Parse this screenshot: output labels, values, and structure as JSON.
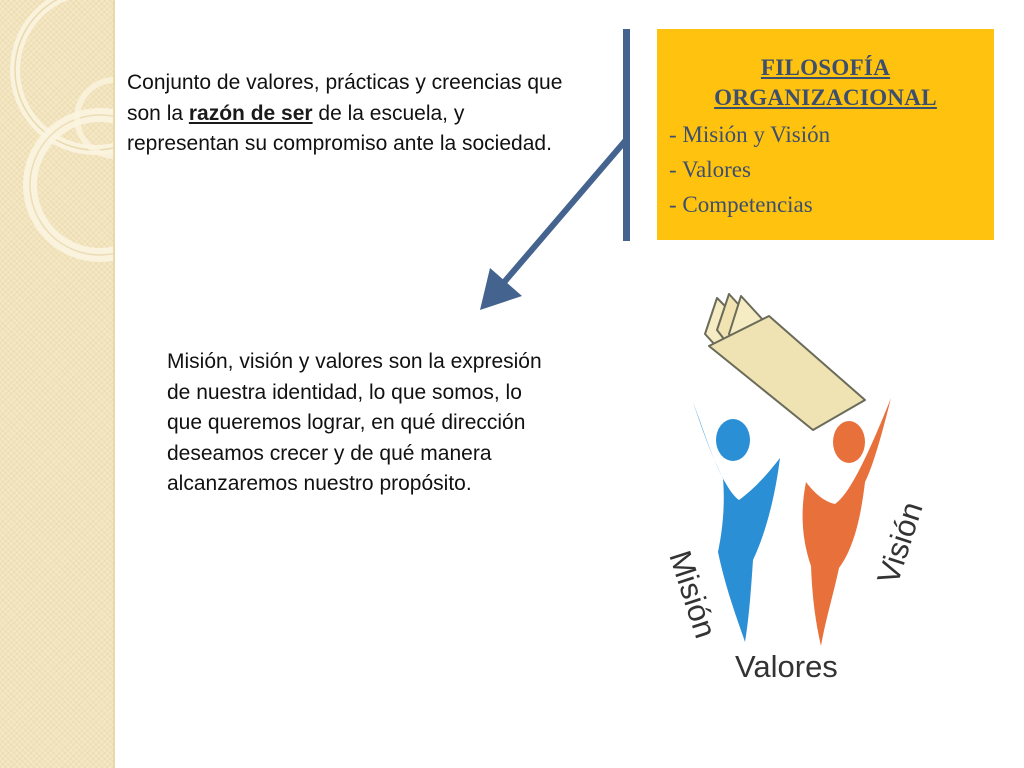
{
  "slide": {
    "intro": {
      "before": "Conjunto de valores, prácticas y creencias que son la ",
      "highlight": "razón de ser",
      "after": " de la escuela, y representan su compromiso ante la sociedad."
    },
    "identity_text": "Misión, visión y valores son la expresión de nuestra identidad, lo que somos, lo que queremos lograr, en qué dirección deseamos crecer y de qué manera alcanzaremos nuestro propósito.",
    "box": {
      "title_line1": "FILOSOFÍA",
      "title_line2": "ORGANIZACIONAL",
      "items": [
        "- Misión y Visión",
        "- Valores",
        "- Competencias"
      ]
    },
    "logo": {
      "left_word": "Misión",
      "right_word": "Visión",
      "bottom_word": "Valores"
    }
  },
  "colors": {
    "box_background": "#ffc20e",
    "box_text": "#3d4f6e",
    "arrow": "#44638f",
    "blue_figure": "#2b8fd6",
    "orange_figure": "#e8703a",
    "strip": "#f4e7c3"
  },
  "icons": {
    "arrow": "arrow-down-left-icon",
    "book": "open-book-icon",
    "blue_person": "person-arms-up-icon",
    "orange_person": "person-arms-up-icon"
  }
}
